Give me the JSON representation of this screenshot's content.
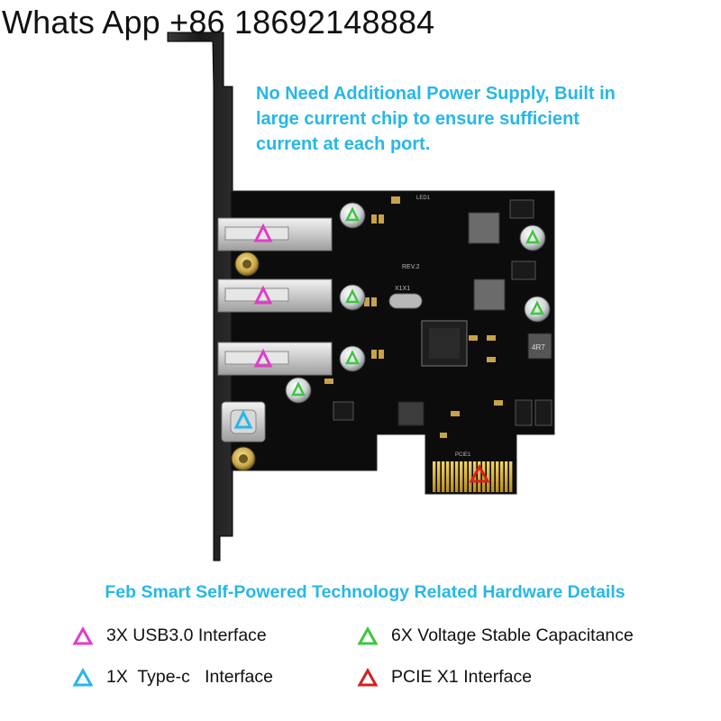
{
  "watermark": "Whats App +86 18692148884",
  "callout": {
    "line1": "No Need Additional  Power Supply, Built in",
    "line2": "large current chip to ensure sufficient",
    "line3": "current at each port."
  },
  "board": {
    "labels": {
      "rev": "REV.2",
      "crystal": "X1X1",
      "pcie": "PCIE1",
      "led": "LED1",
      "inductor": "4R7"
    }
  },
  "details": {
    "title": "Feb Smart Self-Powered Technology Related Hardware Details",
    "legend": [
      {
        "marker": "magenta-triangle-icon",
        "color": "#e03ec8",
        "label": "3X USB3.0 Interface"
      },
      {
        "marker": "green-triangle-icon",
        "color": "#3ec63e",
        "label": "6X Voltage Stable Capacitance"
      },
      {
        "marker": "cyan-triangle-icon",
        "color": "#27b7e8",
        "label": "1X  Type-c   Interface"
      },
      {
        "marker": "red-triangle-icon",
        "color": "#d42020",
        "label": "PCIE X1 Interface"
      }
    ]
  },
  "colors": {
    "accent_text": "#27b7e8",
    "usb_marker": "#e03ec8",
    "capacitor_marker": "#3ec63e",
    "typec_marker": "#27b7e8",
    "pcie_marker": "#d42020"
  }
}
